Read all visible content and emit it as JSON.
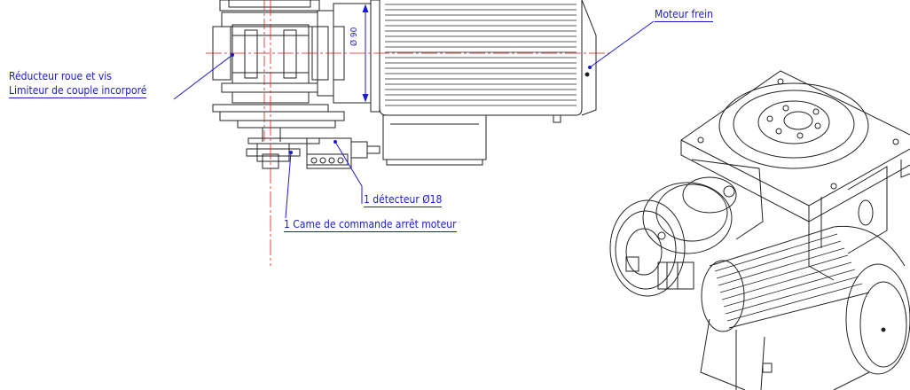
{
  "labels": {
    "reducer_line1": "Réducteur roue et vis",
    "reducer_line2": "Limiteur de couple incorporé",
    "brake_motor": "Moteur frein",
    "detector": "1 détecteur Ø18",
    "cam": "1 Came de commande arrêt moteur",
    "diameter": "Ø 90"
  },
  "colors": {
    "label_blue": "#1a1ad0",
    "line": "#222222",
    "centerline": "#d21e1e"
  }
}
